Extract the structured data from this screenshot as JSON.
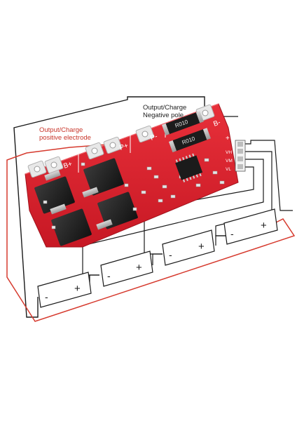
{
  "labels": {
    "output_positive_line1": "Output/Charge",
    "output_positive_line2": "positive electrode",
    "output_negative_line1": "Output/Charge",
    "output_negative_line2": "Negative pole"
  },
  "board": {
    "pad_bplus": "B+",
    "pad_pplus": "P+",
    "pad_pminus": "P-",
    "pad_bminus": "B-",
    "pin_plus": "+",
    "pin_vh": "VH",
    "pin_vm": "VM",
    "pin_vl": "VL",
    "resistor_1": "R010",
    "resistor_2": "R010"
  },
  "cells": [
    {
      "minus": "-",
      "plus": "+"
    },
    {
      "minus": "-",
      "plus": "+"
    },
    {
      "minus": "-",
      "plus": "+"
    },
    {
      "minus": "-",
      "plus": "+"
    }
  ],
  "colors": {
    "pcb": "#d81e2a",
    "wire_red": "#d63a2e",
    "wire_dark": "#1a1a1a"
  }
}
